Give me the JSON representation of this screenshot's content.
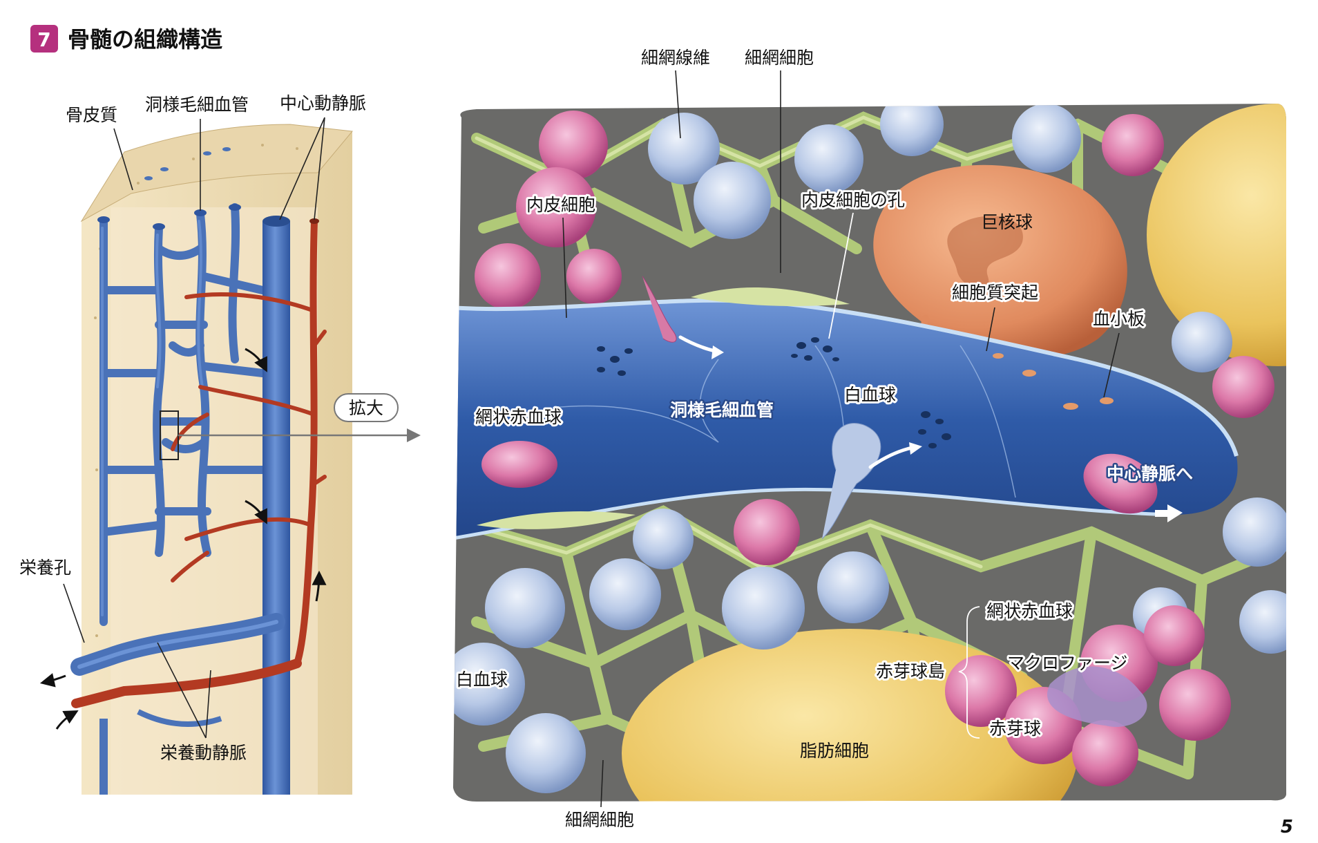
{
  "header": {
    "number": "7",
    "title": "骨髄の組織構造"
  },
  "page_number": "5",
  "enlarge_label": "拡大",
  "left_labels": {
    "cortical_bone": "骨皮質",
    "sinusoid": "洞様毛細血管",
    "central_vessels": "中心動静脈",
    "nutrient_foramen": "栄養孔",
    "nutrient_vessels": "栄養動静脈"
  },
  "right_labels": {
    "reticular_fiber": "細網線維",
    "reticular_cell_top": "細網細胞",
    "endothelial_cell": "内皮細胞",
    "endothelial_pore": "内皮細胞の孔",
    "megakaryocyte": "巨核球",
    "cytoplasmic_process": "細胞質突起",
    "platelet": "血小板",
    "reticulocyte_left": "網状赤血球",
    "sinusoid_center": "洞様毛細血管",
    "leukocyte_center": "白血球",
    "to_central_vein": "中心静脈へ",
    "reticulocyte_island": "網状赤血球",
    "erythroblastic_island": "赤芽球島",
    "macrophage": "マクロファージ",
    "erythroblast": "赤芽球",
    "leukocyte_left": "白血球",
    "adipocyte": "脂肪細胞",
    "reticular_cell_bottom": "細網細胞"
  },
  "colors": {
    "header_badge": "#b5307e",
    "bone": "#ead9b3",
    "vein": "#4a72b8",
    "artery": "#b33a22",
    "sinusoid": "#2f5ba8",
    "stroma": "#b5cf7a",
    "erythroid": "#d97aa6",
    "leukocyte": "#b9c9e6",
    "megakaryocyte": "#e08a5e",
    "adipocyte": "#ecc45e"
  }
}
